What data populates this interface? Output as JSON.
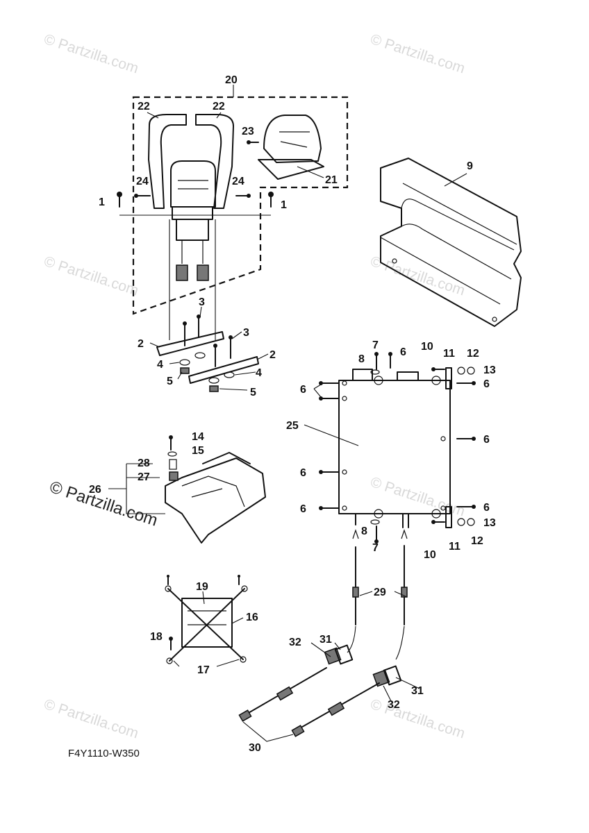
{
  "watermark": {
    "faint_text": "© Partzilla.com",
    "strong_text": "© Partzilla.com"
  },
  "diagram_code": "F4Y1110-W350",
  "callouts": [
    {
      "id": "c20",
      "text": "20"
    },
    {
      "id": "c22a",
      "text": "22"
    },
    {
      "id": "c22b",
      "text": "22"
    },
    {
      "id": "c23",
      "text": "23"
    },
    {
      "id": "c21",
      "text": "21"
    },
    {
      "id": "c24a",
      "text": "24"
    },
    {
      "id": "c24b",
      "text": "24"
    },
    {
      "id": "c1a",
      "text": "1"
    },
    {
      "id": "c1b",
      "text": "1"
    },
    {
      "id": "c9",
      "text": "9"
    },
    {
      "id": "c3a",
      "text": "3"
    },
    {
      "id": "c3b",
      "text": "3"
    },
    {
      "id": "c2a",
      "text": "2"
    },
    {
      "id": "c2b",
      "text": "2"
    },
    {
      "id": "c4a",
      "text": "4"
    },
    {
      "id": "c4b",
      "text": "4"
    },
    {
      "id": "c5a",
      "text": "5"
    },
    {
      "id": "c5b",
      "text": "5"
    },
    {
      "id": "c7a",
      "text": "7"
    },
    {
      "id": "c6a",
      "text": "6"
    },
    {
      "id": "c10a",
      "text": "10"
    },
    {
      "id": "c11a",
      "text": "11"
    },
    {
      "id": "c12a",
      "text": "12"
    },
    {
      "id": "c8a",
      "text": "8"
    },
    {
      "id": "c13a",
      "text": "13"
    },
    {
      "id": "c6b",
      "text": "6"
    },
    {
      "id": "c6c",
      "text": "6"
    },
    {
      "id": "c25",
      "text": "25"
    },
    {
      "id": "c6d",
      "text": "6"
    },
    {
      "id": "c6e",
      "text": "6"
    },
    {
      "id": "c6f",
      "text": "6"
    },
    {
      "id": "c6g",
      "text": "6"
    },
    {
      "id": "c8b",
      "text": "8"
    },
    {
      "id": "c13b",
      "text": "13"
    },
    {
      "id": "c7b",
      "text": "7"
    },
    {
      "id": "c11b",
      "text": "11"
    },
    {
      "id": "c12b",
      "text": "12"
    },
    {
      "id": "c10b",
      "text": "10"
    },
    {
      "id": "c14",
      "text": "14"
    },
    {
      "id": "c15",
      "text": "15"
    },
    {
      "id": "c28",
      "text": "28"
    },
    {
      "id": "c27",
      "text": "27"
    },
    {
      "id": "c26",
      "text": "26"
    },
    {
      "id": "c29",
      "text": "29"
    },
    {
      "id": "c19",
      "text": "19"
    },
    {
      "id": "c16",
      "text": "16"
    },
    {
      "id": "c18",
      "text": "18"
    },
    {
      "id": "c17",
      "text": "17"
    },
    {
      "id": "c32a",
      "text": "32"
    },
    {
      "id": "c31a",
      "text": "31"
    },
    {
      "id": "c31b",
      "text": "31"
    },
    {
      "id": "c32b",
      "text": "32"
    },
    {
      "id": "c30",
      "text": "30"
    }
  ]
}
